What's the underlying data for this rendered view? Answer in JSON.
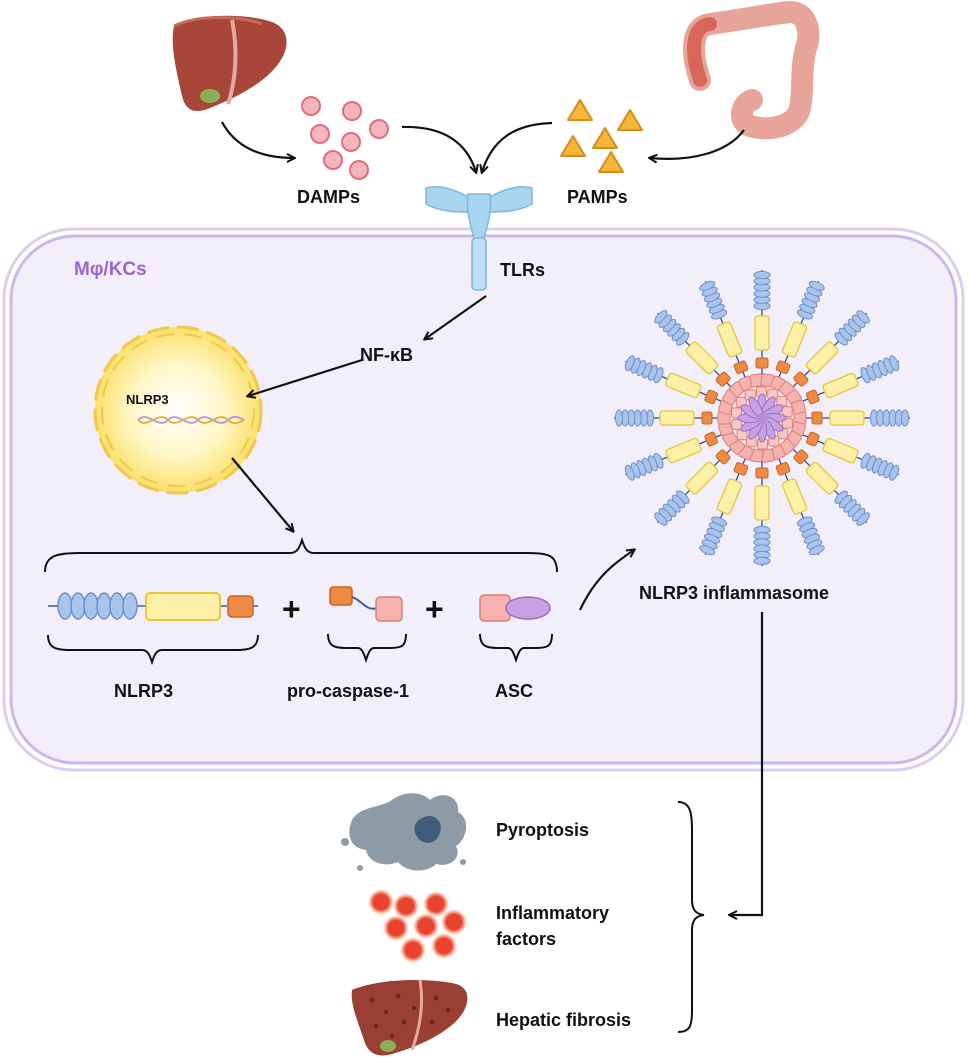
{
  "labels": {
    "damps": "DAMPs",
    "pamps": "PAMPs",
    "tlrs": "TLRs",
    "cell": "Mφ/KCs",
    "nfkb": "NF-κB",
    "nlrp3_gene": "NLRP3",
    "nlrp3_protein": "NLRP3",
    "pro_caspase": "pro-caspase-1",
    "asc": "ASC",
    "plus": "+",
    "inflammasome": "NLRP3 inflammasome",
    "pyroptosis": "Pyroptosis",
    "inflammatory_line1": "Inflammatory",
    "inflammatory_line2": "factors",
    "fibrosis": "Hepatic fibrosis"
  },
  "colors": {
    "cell_fill": "#f1eefa",
    "cell_border": "#c9b8ec",
    "cell_label": "#9b63d6",
    "damp": "#f4a3ad",
    "pamp": "#f2b234",
    "liver": "#a8463a",
    "colon": "#e6a49a",
    "receptor": "#a9d4ef",
    "nucleus": "#fbe47a",
    "card_blue": "#a9c4ea",
    "nacht_yellow": "#fbf0a6",
    "pyd_orange": "#ef8a45",
    "casp_pink": "#f5b2ae",
    "asc_purple": "#c7a1e2",
    "factor_red": "#e8432e"
  }
}
